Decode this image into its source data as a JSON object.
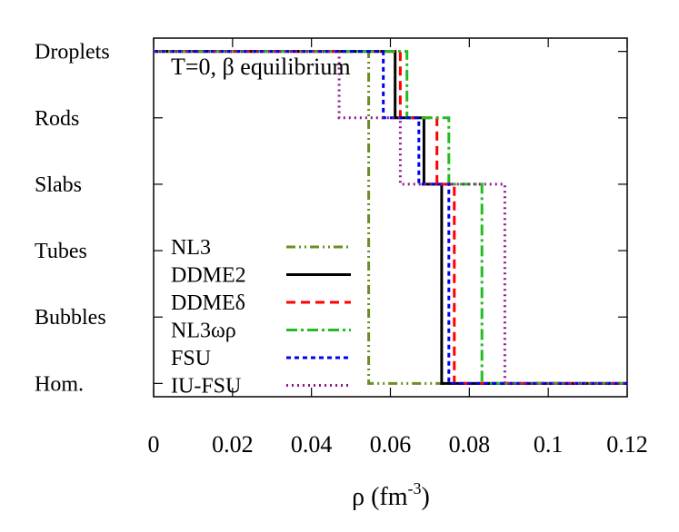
{
  "chart_data": {
    "type": "line",
    "annotation": "T=0, β equilibrium",
    "xlabel": "ρ (fm",
    "xlabel_sup": "-3",
    "xlabel_close": ")",
    "xlim": [
      0,
      0.12
    ],
    "x_ticks": [
      0,
      0.02,
      0.04,
      0.06,
      0.08,
      0.1,
      0.12
    ],
    "x_tick_labels": [
      "0",
      "0.02",
      "0.04",
      "0.06",
      "0.08",
      "0.1",
      "0.12"
    ],
    "y_categories": [
      "Hom.",
      "Bubbles",
      "Tubes",
      "Slabs",
      "Rods",
      "Droplets"
    ],
    "ylim": [
      -0.2,
      5.2
    ],
    "grid": false,
    "legend_position": "bottom-left",
    "series": [
      {
        "name": "NL3",
        "color": "#6b8e23",
        "dash": "10,4,2,4,2,4",
        "steps": [
          [
            0,
            5
          ],
          [
            0.0545,
            5
          ],
          [
            0.0545,
            0
          ],
          [
            0.12,
            0
          ]
        ]
      },
      {
        "name": "DDME2",
        "color": "#000000",
        "dash": "",
        "steps": [
          [
            0,
            5
          ],
          [
            0.0612,
            5
          ],
          [
            0.0612,
            4
          ],
          [
            0.0685,
            4
          ],
          [
            0.0685,
            3
          ],
          [
            0.073,
            3
          ],
          [
            0.073,
            0
          ],
          [
            0.12,
            0
          ]
        ]
      },
      {
        "name": "DDMEδ",
        "color": "#ff0000",
        "dash": "10,6",
        "steps": [
          [
            0,
            5
          ],
          [
            0.0625,
            5
          ],
          [
            0.0625,
            4
          ],
          [
            0.0718,
            4
          ],
          [
            0.0718,
            3
          ],
          [
            0.0762,
            3
          ],
          [
            0.0762,
            0
          ],
          [
            0.12,
            0
          ]
        ]
      },
      {
        "name": "NL3ωρ",
        "color": "#22bb22",
        "dash": "12,4,3,4",
        "steps": [
          [
            0,
            5
          ],
          [
            0.0642,
            5
          ],
          [
            0.0642,
            4
          ],
          [
            0.0748,
            4
          ],
          [
            0.0748,
            3
          ],
          [
            0.0832,
            3
          ],
          [
            0.0832,
            0
          ],
          [
            0.12,
            0
          ]
        ]
      },
      {
        "name": "FSU",
        "color": "#0000ee",
        "dash": "5,4",
        "steps": [
          [
            0,
            5
          ],
          [
            0.0582,
            5
          ],
          [
            0.0582,
            4
          ],
          [
            0.0672,
            4
          ],
          [
            0.0672,
            3
          ],
          [
            0.0748,
            3
          ],
          [
            0.0748,
            0
          ],
          [
            0.12,
            0
          ]
        ]
      },
      {
        "name": "IU-FSU",
        "color": "#8b1a8b",
        "dash": "2,4",
        "steps": [
          [
            0,
            5
          ],
          [
            0.047,
            5
          ],
          [
            0.047,
            4
          ],
          [
            0.0625,
            4
          ],
          [
            0.0625,
            3
          ],
          [
            0.089,
            3
          ],
          [
            0.089,
            0
          ],
          [
            0.12,
            0
          ]
        ]
      }
    ]
  }
}
